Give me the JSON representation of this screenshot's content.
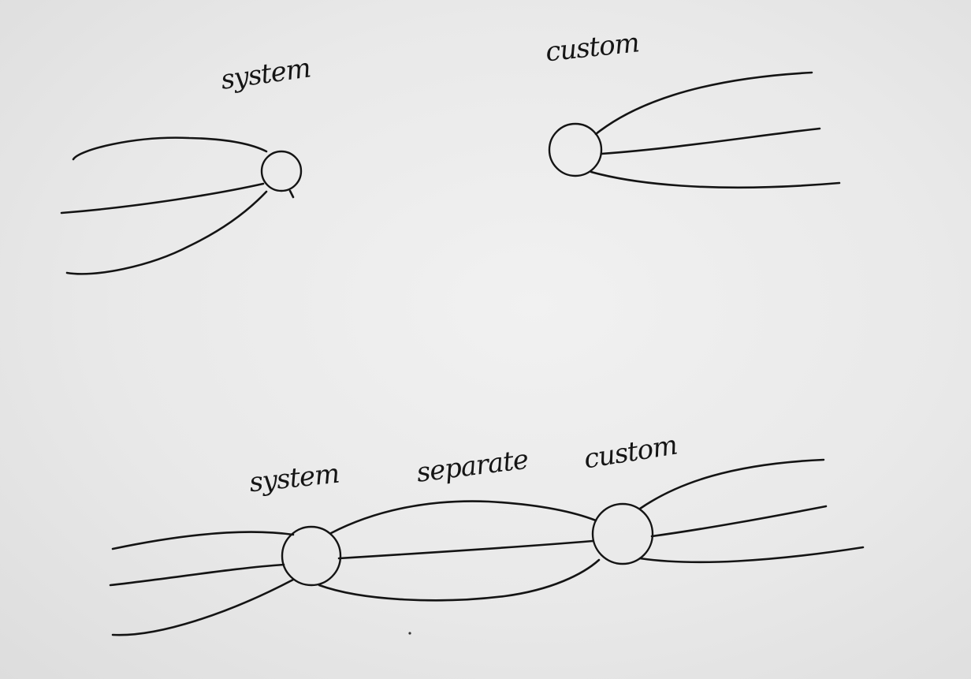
{
  "diagrams": {
    "top_left": {
      "label": "system"
    },
    "top_right": {
      "label": "custom"
    },
    "bottom": {
      "left_label": "system",
      "middle_label": "separate",
      "right_label": "custom"
    }
  },
  "colors": {
    "ink": "#141414",
    "paper": "#ececec"
  }
}
